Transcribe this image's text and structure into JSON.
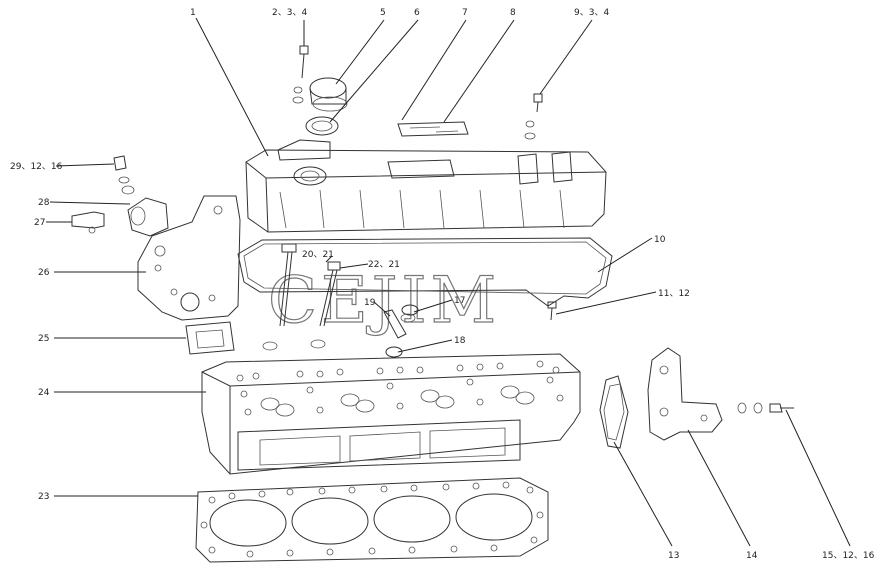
{
  "watermark": "CEJIM",
  "callouts": {
    "c1": "1",
    "c2_3_4": "2、3、4",
    "c5": "5",
    "c6": "6",
    "c7": "7",
    "c8": "8",
    "c9_3_4": "9、3、4",
    "c10": "10",
    "c11_12": "11、12",
    "c13": "13",
    "c14": "14",
    "c15_12_16": "15、12、16",
    "c17": "17",
    "c18": "18",
    "c19": "19",
    "c20_21": "20、21",
    "c22_21": "22、21",
    "c23": "23",
    "c24": "24",
    "c25": "25",
    "c26": "26",
    "c27": "27",
    "c28": "28",
    "c29_12_16": "29、12、16"
  }
}
